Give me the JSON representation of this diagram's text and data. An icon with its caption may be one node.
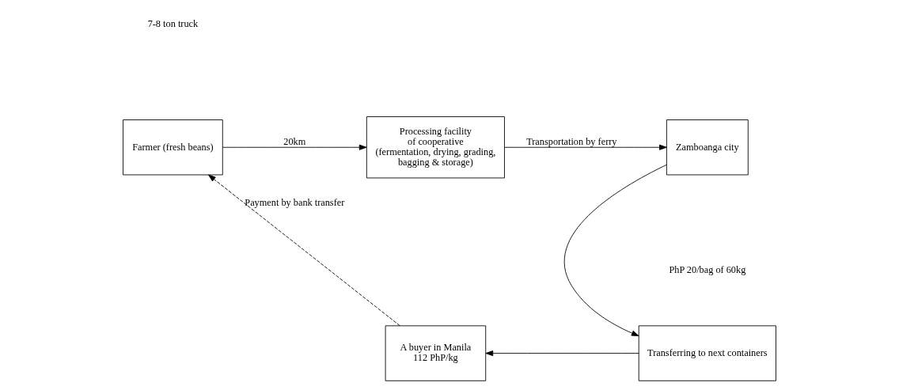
{
  "diagram": {
    "nodes": [
      {
        "text": [
          "Farmer (fresh beans)"
        ]
      },
      {
        "text": [
          "Processing facility of cooperative (fermentation, drying, grading, bagging & storage)"
        ]
      },
      {
        "text": [
          "Zamboanga city"
        ]
      },
      {
        "text": [
          "Transferring to next containers"
        ]
      },
      {
        "text": [
          "A buyer in Manila",
          "112 PhP/kg"
        ]
      }
    ],
    "edges": [
      {
        "from": 0,
        "to": 1,
        "arrow": "to",
        "label": "20km"
      },
      {
        "from": 1,
        "to": 2,
        "arrow": "to",
        "label": "Transportation by ferry"
      },
      {
        "from": 2,
        "to": 3,
        "arrow": "to"
      },
      {
        "from": 3,
        "to": 4,
        "arrow": "to"
      },
      {
        "from": 4,
        "to": 0,
        "arrow": "to",
        "style": "dashed",
        "label": "Payment by bank transfer"
      }
    ],
    "labels": [
      "7-8 ton truck",
      "PhP 20/bag of 60kg"
    ]
  }
}
